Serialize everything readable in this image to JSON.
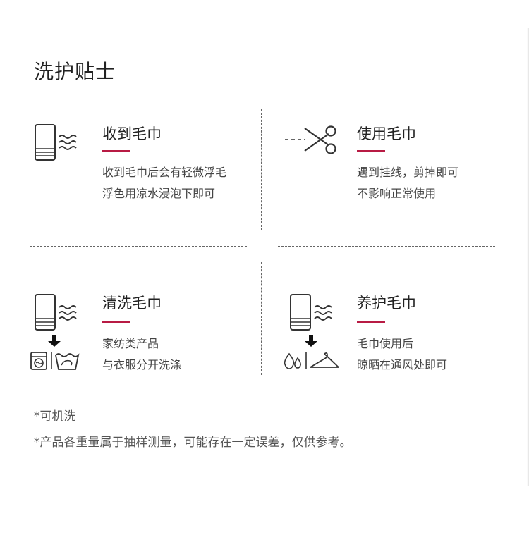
{
  "page": {
    "title": "洗护贴士"
  },
  "accent_color": "#b81b44",
  "cards": [
    {
      "title": "收到毛巾",
      "icon": "towel-with-waves-icon",
      "lines": [
        "收到毛巾后会有轻微浮毛",
        "浮色用凉水浸泡下即可"
      ]
    },
    {
      "title": "使用毛巾",
      "icon": "scissors-cut-line-icon",
      "lines": [
        "遇到挂线，剪掉即可",
        "不影响正常使用"
      ]
    },
    {
      "title": "清洗毛巾",
      "icon": "towel-washing-icon",
      "lines": [
        "家纺类产品",
        "与衣服分开洗涤"
      ]
    },
    {
      "title": "养护毛巾",
      "icon": "towel-drying-icon",
      "lines": [
        "毛巾使用后",
        "晾晒在通风处即可"
      ]
    }
  ],
  "notes": [
    "*可机洗",
    "*产品各重量属于抽样测量，可能存在一定误差，仅供参考。"
  ]
}
